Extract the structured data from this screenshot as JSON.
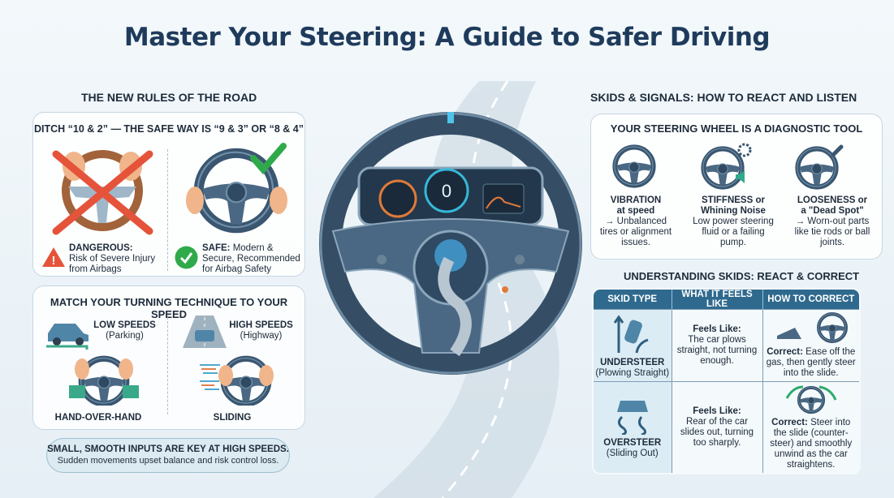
{
  "title": "Master Your Steering: A Guide to Safer Driving",
  "left": {
    "heading": "THE NEW RULES OF THE ROAD",
    "hands": {
      "heading": "DITCH “10 & 2” — THE SAFE WAY IS “9 & 3” OR “8 & 4”",
      "danger": {
        "label": "DANGEROUS:",
        "text": "Risk of Severe Injury from Airbags",
        "icon": "warning-icon"
      },
      "safe": {
        "label": "SAFE:",
        "text": "Modern & Secure, Recommended for Airbag Safety",
        "icon": "check-icon"
      }
    },
    "turning": {
      "heading": "MATCH YOUR TURNING TECHNIQUE TO YOUR SPEED",
      "low": {
        "title": "LOW SPEEDS",
        "sub": "(Parking)",
        "technique": "HAND-OVER-HAND"
      },
      "high": {
        "title": "HIGH SPEEDS",
        "sub": "(Highway)",
        "technique": "SLIDING"
      }
    },
    "callout": {
      "bold": "SMALL, SMOOTH INPUTS ARE KEY AT HIGH SPEEDS.",
      "text": "Sudden movements upset balance and risk control loss."
    }
  },
  "center": {
    "speed": "0"
  },
  "right": {
    "heading": "SKIDS & SIGNALS: HOW TO REACT AND LISTEN",
    "diagnostic": {
      "heading": "YOUR STEERING WHEEL IS A DIAGNOSTIC TOOL",
      "items": [
        {
          "title1": "VIBRATION",
          "title2": "at speed",
          "text": "→ Unbalanced tires or alignment issues."
        },
        {
          "title1": "STIFFNESS or",
          "title2": "Whining Noise",
          "text": "Low power steering fluid or a failing pump."
        },
        {
          "title1": "LOOSENESS or",
          "title2": "a \"Dead Spot\"",
          "text": "→ Worn-out parts like tie rods or ball joints."
        }
      ]
    },
    "skids": {
      "heading": "UNDERSTANDING SKIDS: REACT & CORRECT",
      "columns": [
        "SKID TYPE",
        "WHAT IT FEELS LIKE",
        "HOW TO CORRECT"
      ],
      "rows": [
        {
          "type": "UNDERSTEER",
          "sub": "(Plowing Straight)",
          "feels_label": "Feels Like:",
          "feels": "The car plows straight, not turning enough.",
          "correct_label": "Correct:",
          "correct": "Ease off the gas, then gently steer into the slide."
        },
        {
          "type": "OVERSTEER",
          "sub": "(Sliding Out)",
          "feels_label": "Feels Like:",
          "feels": "Rear of the car slides out, turning too sharply.",
          "correct_label": "Correct:",
          "correct": "Steer into the slide (counter-steer) and smoothly unwind as the car straightens."
        }
      ]
    }
  },
  "colors": {
    "title": "#1f3b5c",
    "wheel": "#3a5670",
    "danger": "#e5533a",
    "safe": "#2faa4a",
    "table_header": "#2f6a8e"
  }
}
